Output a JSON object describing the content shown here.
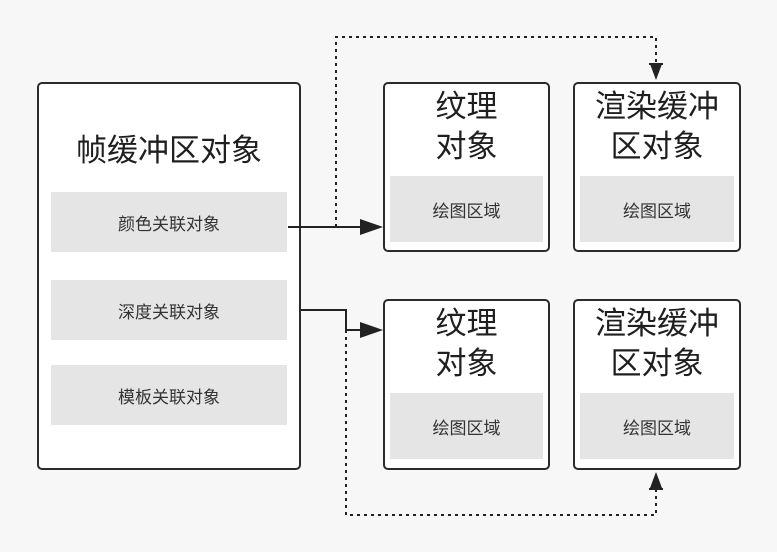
{
  "framebuffer": {
    "title": "帧缓冲区对象",
    "attachments": [
      {
        "label": "颜色关联对象"
      },
      {
        "label": "深度关联对象"
      },
      {
        "label": "模板关联对象"
      }
    ]
  },
  "targets": [
    {
      "title_line1": "纹理",
      "title_line2": "对象",
      "area_label": "绘图区域"
    },
    {
      "title_line1": "渲染缓冲",
      "title_line2": "区对象",
      "area_label": "绘图区域"
    },
    {
      "title_line1": "纹理",
      "title_line2": "对象",
      "area_label": "绘图区域"
    },
    {
      "title_line1": "渲染缓冲",
      "title_line2": "区对象",
      "area_label": "绘图区域"
    }
  ],
  "colors": {
    "background": "#f7f7f7",
    "border": "#2b2b2b",
    "slot": "#e5e5e5"
  }
}
